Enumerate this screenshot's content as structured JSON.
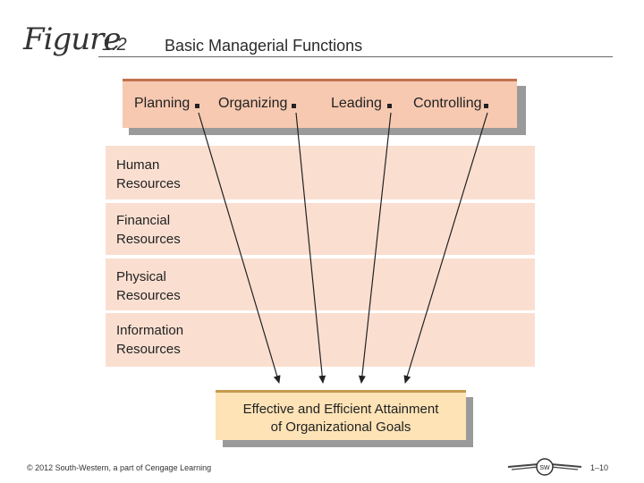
{
  "figure": {
    "word": "Figure",
    "number": "1.2",
    "title": "Basic Managerial Functions"
  },
  "functions": [
    {
      "label": "Planning"
    },
    {
      "label": "Organizing"
    },
    {
      "label": "Leading"
    },
    {
      "label": "Controlling"
    }
  ],
  "resources": [
    {
      "label": "Human\nResources"
    },
    {
      "label": "Financial\nResources"
    },
    {
      "label": "Physical\nResources"
    },
    {
      "label": "Information\nResources"
    }
  ],
  "goal": {
    "label": "Effective and Efficient Attainment\nof Organizational Goals"
  },
  "footer": {
    "copyright": "© 2012 South-Western, a part of Cengage Learning",
    "logo_text": "SW",
    "page": "1–10"
  },
  "colors": {
    "top_box": "#f7c9b1",
    "resource_rows": "#fadfd1",
    "goal_box": "#fde3b6",
    "shadow": "#9a9a9a"
  }
}
